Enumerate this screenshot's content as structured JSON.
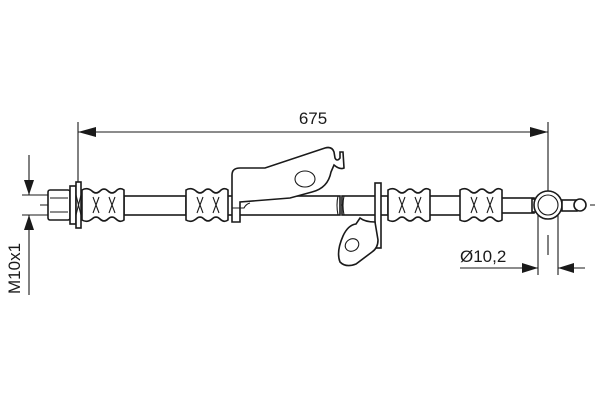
{
  "diagram": {
    "type": "technical-drawing",
    "subject": "brake-hose",
    "dimensions": {
      "overall_length": "675",
      "thread_size": "M10x1",
      "eye_diameter": "Ø10,2"
    },
    "colors": {
      "line": "#1a1a1a",
      "background": "#ffffff"
    }
  }
}
